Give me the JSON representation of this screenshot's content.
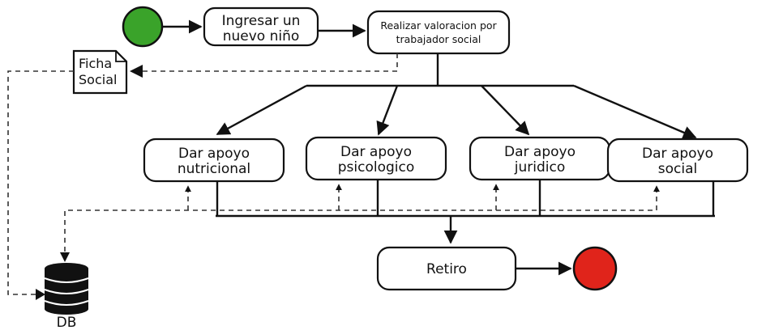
{
  "nodes": {
    "ingresar": [
      "Ingresar un",
      "nuevo niño"
    ],
    "valoracion": [
      "Realizar valoracion por",
      "trabajador social"
    ],
    "nutricional": [
      "Dar apoyo",
      "nutricional"
    ],
    "psicologico": [
      "Dar apoyo",
      "psicologico"
    ],
    "juridico": [
      "Dar apoyo",
      "juridico"
    ],
    "social": [
      "Dar apoyo",
      "social"
    ],
    "retiro": "Retiro"
  },
  "document": [
    "Ficha",
    "Social"
  ],
  "database": "DB",
  "colors": {
    "start": "#3aa32a",
    "end": "#e0241b",
    "stroke": "#111111"
  }
}
